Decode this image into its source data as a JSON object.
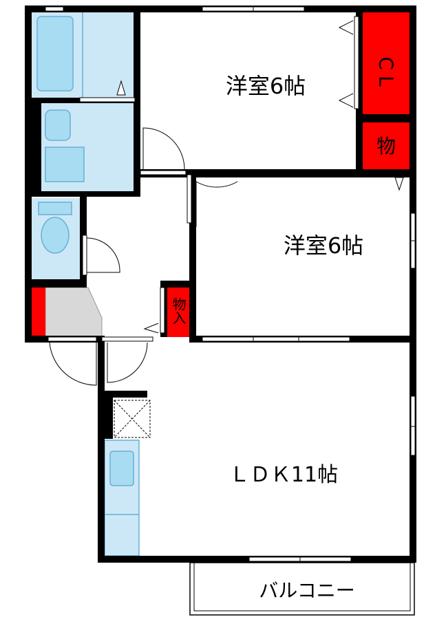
{
  "rooms": {
    "bedroom_1": "洋室6帖",
    "bedroom_2": "洋室6帖",
    "ldk": "ＬＤＫ11帖",
    "balcony": "バルコニー",
    "closet_1": "CL",
    "storage_1": "物",
    "storage_2": "物入"
  },
  "colors": {
    "wall": "#000000",
    "storage": "#ff0000",
    "wet_area": "#cce8f6",
    "fixture": "#a8dcf2",
    "entrance": "#d8d8d8"
  }
}
